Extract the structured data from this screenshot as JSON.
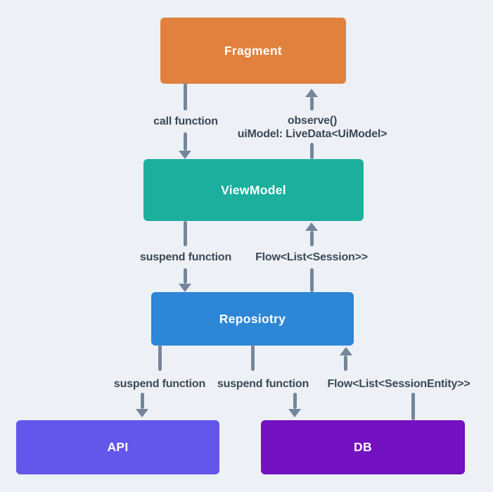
{
  "diagram": {
    "nodes": {
      "fragment": {
        "label": "Fragment",
        "color": "#e0823e"
      },
      "viewmodel": {
        "label": "ViewModel",
        "color": "#1caf9e"
      },
      "repository": {
        "label": "Reposiotry",
        "color": "#2d87d6"
      },
      "api": {
        "label": "API",
        "color": "#6356eb"
      },
      "db": {
        "label": "DB",
        "color": "#7411c1"
      }
    },
    "edges": {
      "fragment_to_viewmodel": {
        "label": "call function"
      },
      "viewmodel_to_fragment": {
        "label_line1": "observe()",
        "label_line2": "uiModel: LiveData<UiModel>"
      },
      "viewmodel_to_repository": {
        "label": "suspend function"
      },
      "repository_to_viewmodel": {
        "label": "Flow<List<Session>>"
      },
      "repository_to_api": {
        "label": "suspend function"
      },
      "repository_to_db": {
        "label": "suspend function"
      },
      "db_to_repository": {
        "label": "Flow<List<SessionEntity>>"
      }
    },
    "colors": {
      "background": "#edf1f6",
      "arrow": "#75869a",
      "label_text": "#3c4857"
    }
  }
}
